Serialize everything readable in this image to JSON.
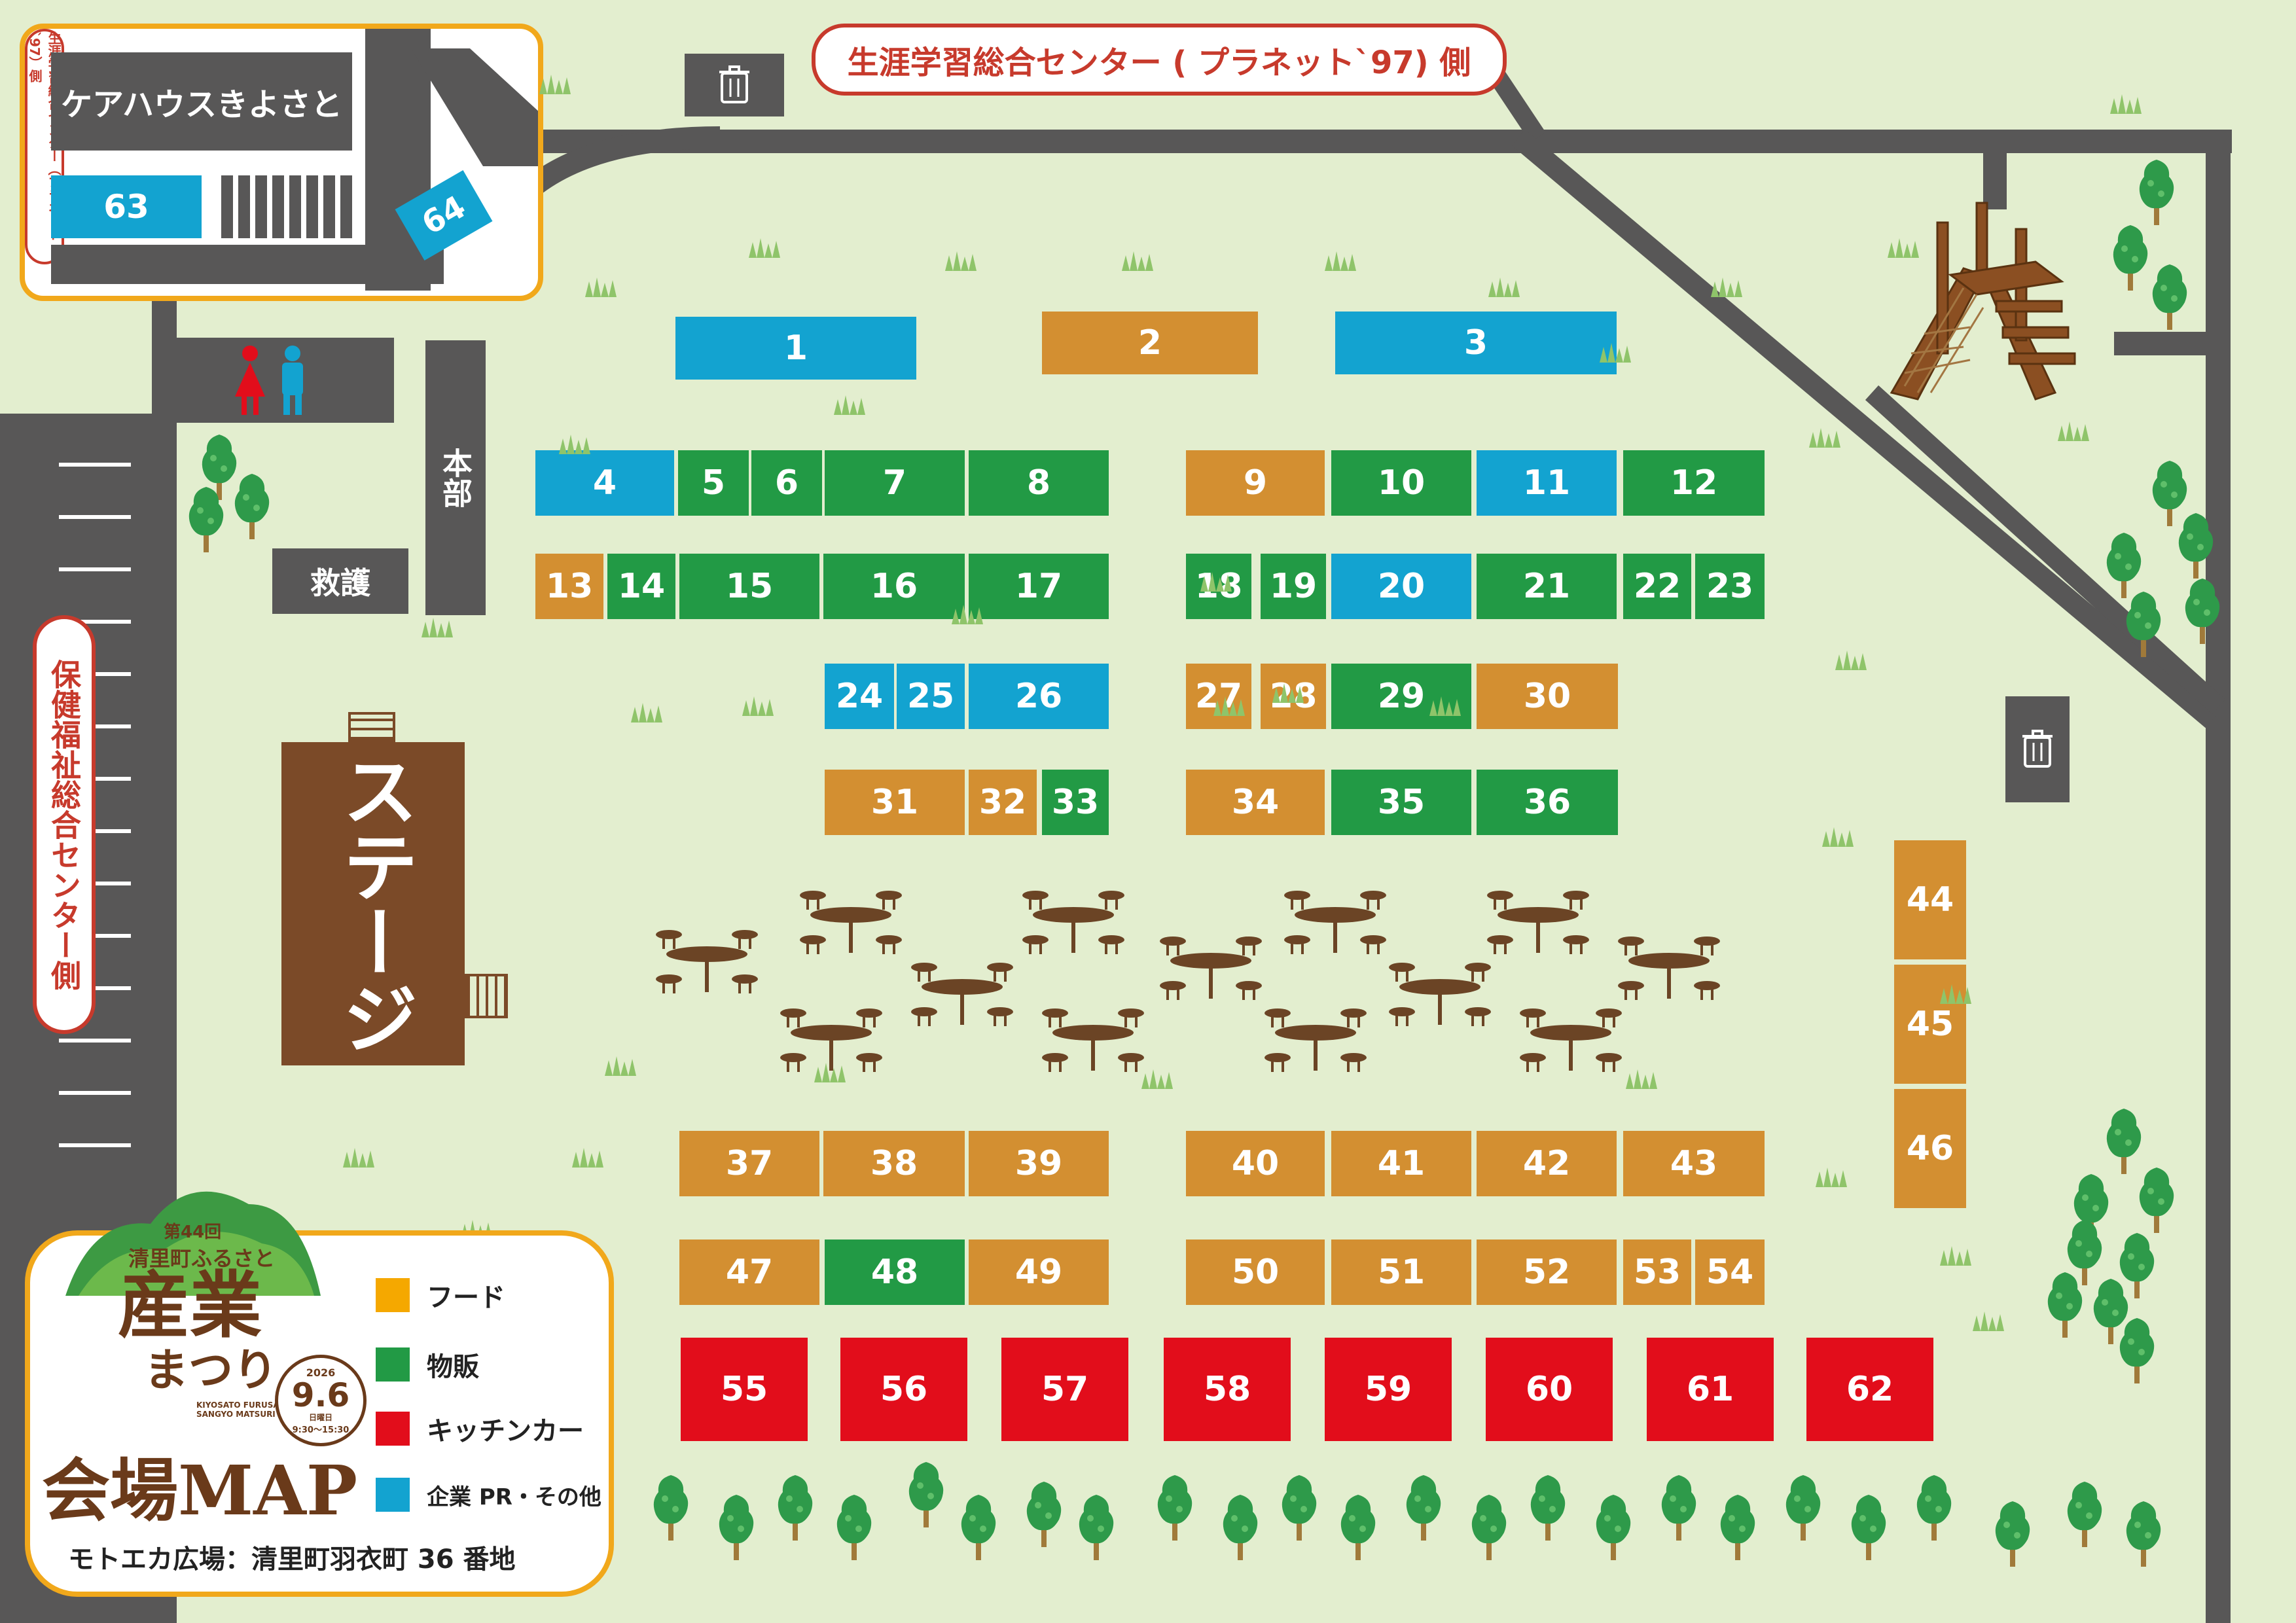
{
  "labels": {
    "top_center": "生涯学習総合センター ( プラネット`97) 側",
    "care_house": "ケアハウスきよさと",
    "side_vertical": "生涯学習総合センター（プラネット`97）側",
    "left_vertical": "保健福祉総合センター側",
    "honbu": "本部",
    "kyugo": "救護",
    "stage": "ステージ",
    "p63": "63",
    "p64": "64"
  },
  "booths": [
    {
      "n": "1",
      "type": "corp"
    },
    {
      "n": "2",
      "type": "food"
    },
    {
      "n": "3",
      "type": "corp"
    },
    {
      "n": "4",
      "type": "corp"
    },
    {
      "n": "5",
      "type": "shop"
    },
    {
      "n": "6",
      "type": "shop"
    },
    {
      "n": "7",
      "type": "shop"
    },
    {
      "n": "8",
      "type": "shop"
    },
    {
      "n": "9",
      "type": "food"
    },
    {
      "n": "10",
      "type": "shop"
    },
    {
      "n": "11",
      "type": "corp"
    },
    {
      "n": "12",
      "type": "shop"
    },
    {
      "n": "13",
      "type": "food"
    },
    {
      "n": "14",
      "type": "shop"
    },
    {
      "n": "15",
      "type": "shop"
    },
    {
      "n": "16",
      "type": "shop"
    },
    {
      "n": "17",
      "type": "shop"
    },
    {
      "n": "18",
      "type": "shop"
    },
    {
      "n": "19",
      "type": "shop"
    },
    {
      "n": "20",
      "type": "corp"
    },
    {
      "n": "21",
      "type": "shop"
    },
    {
      "n": "22",
      "type": "shop"
    },
    {
      "n": "23",
      "type": "shop"
    },
    {
      "n": "24",
      "type": "corp"
    },
    {
      "n": "25",
      "type": "corp"
    },
    {
      "n": "26",
      "type": "corp"
    },
    {
      "n": "27",
      "type": "food"
    },
    {
      "n": "28",
      "type": "food"
    },
    {
      "n": "29",
      "type": "shop"
    },
    {
      "n": "30",
      "type": "food"
    },
    {
      "n": "31",
      "type": "food"
    },
    {
      "n": "32",
      "type": "food"
    },
    {
      "n": "33",
      "type": "shop"
    },
    {
      "n": "34",
      "type": "food"
    },
    {
      "n": "35",
      "type": "shop"
    },
    {
      "n": "36",
      "type": "shop"
    },
    {
      "n": "37",
      "type": "food"
    },
    {
      "n": "38",
      "type": "food"
    },
    {
      "n": "39",
      "type": "food"
    },
    {
      "n": "40",
      "type": "food"
    },
    {
      "n": "41",
      "type": "food"
    },
    {
      "n": "42",
      "type": "food"
    },
    {
      "n": "43",
      "type": "food"
    },
    {
      "n": "44",
      "type": "food"
    },
    {
      "n": "45",
      "type": "food"
    },
    {
      "n": "46",
      "type": "food"
    },
    {
      "n": "47",
      "type": "food"
    },
    {
      "n": "48",
      "type": "shop"
    },
    {
      "n": "49",
      "type": "food"
    },
    {
      "n": "50",
      "type": "food"
    },
    {
      "n": "51",
      "type": "food"
    },
    {
      "n": "52",
      "type": "food"
    },
    {
      "n": "53",
      "type": "food"
    },
    {
      "n": "54",
      "type": "food"
    },
    {
      "n": "55",
      "type": "kitchen"
    },
    {
      "n": "56",
      "type": "kitchen"
    },
    {
      "n": "57",
      "type": "kitchen"
    },
    {
      "n": "58",
      "type": "kitchen"
    },
    {
      "n": "59",
      "type": "kitchen"
    },
    {
      "n": "60",
      "type": "kitchen"
    },
    {
      "n": "61",
      "type": "kitchen"
    },
    {
      "n": "62",
      "type": "kitchen"
    }
  ],
  "legend": {
    "items": [
      {
        "label": "フード",
        "color": "#f5a800"
      },
      {
        "label": "物販",
        "color": "#229a45"
      },
      {
        "label": "キッチンカー",
        "color": "#e20d1b"
      },
      {
        "label": "企業 PR・その他",
        "color": "#13a3d0"
      }
    ],
    "edition": "第44回",
    "festival_name_small": "清里町ふるさと",
    "festival_title_1": "産業",
    "festival_title_2": "まつり",
    "romaji": "KIYOSATO FURUSATO SANGYO MATSURI",
    "year": "2026",
    "date": "9.6",
    "weekday": "日曜日",
    "time": "9:30〜15:30",
    "map_title": "会場MAP",
    "address": "モトエカ広場：清里町羽衣町 36 番地"
  },
  "colors": {
    "food": "#d38f31",
    "shop": "#229a45",
    "corp": "#13a3d0",
    "kitchen": "#e20d1b",
    "road": "#585757",
    "stage": "#7b4a28",
    "frame": "#f1a81b",
    "grass_bg": "#e3eecf"
  },
  "icons": [
    "trash-icon",
    "restroom-icon",
    "tree-icon",
    "grass-icon",
    "table-icon",
    "playground-icon"
  ]
}
